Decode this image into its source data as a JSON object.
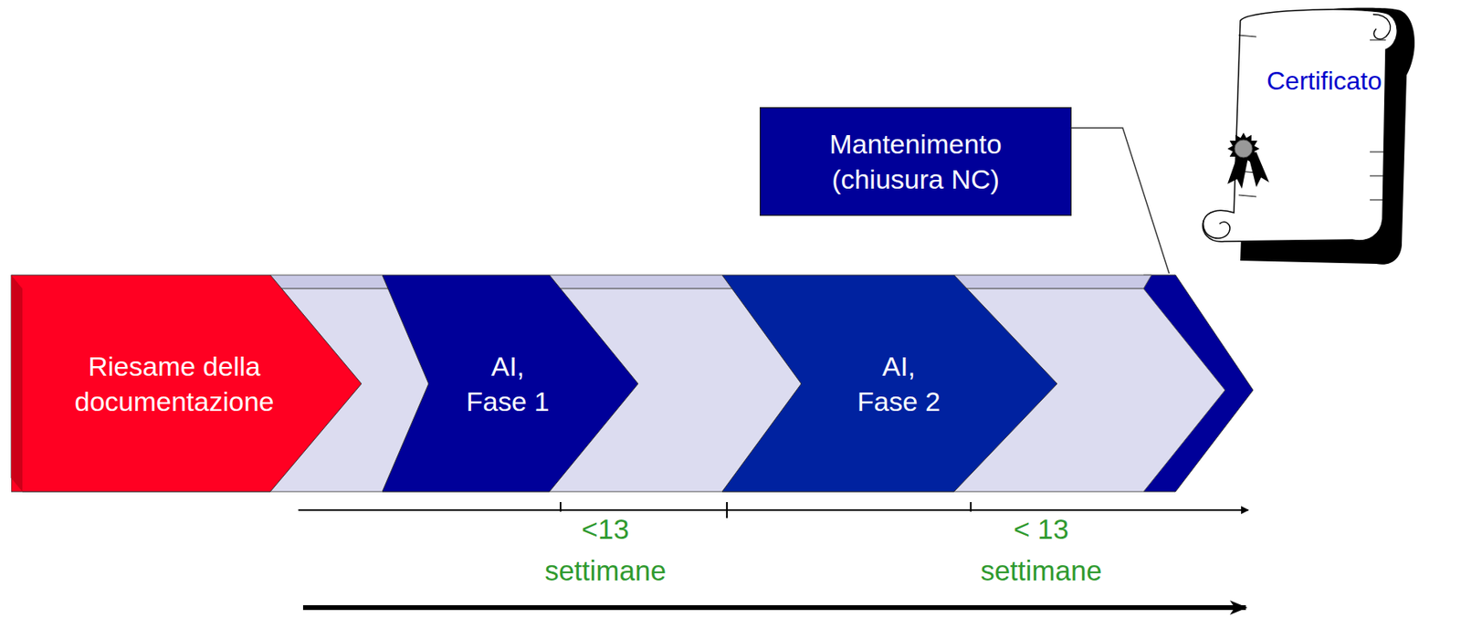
{
  "diagram": {
    "nodes": [
      {
        "text": [
          "Riesame della documentazione"
        ]
      },
      {
        "text": [
          "AI, Fase 1"
        ]
      },
      {
        "text": [
          "AI, Fase 2"
        ]
      },
      {
        "text": [
          "Mantenimento (chiusura NC)"
        ]
      },
      {
        "text": [
          "Certificato"
        ]
      }
    ],
    "labels": [
      "<13 settimane",
      "< 13 settimane"
    ]
  }
}
